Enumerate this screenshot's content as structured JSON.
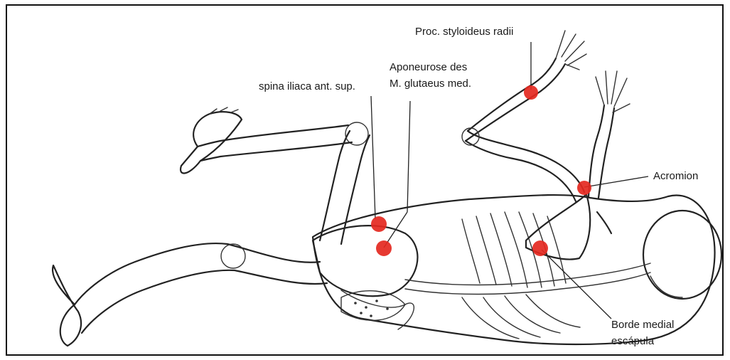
{
  "labels": {
    "styloid": "Proc. styloideus radii",
    "aponeurose_line1": "Aponeurose des",
    "aponeurose_line2": "M. glutaeus med.",
    "spina": "spina iliaca ant. sup.",
    "acromion": "Acromion",
    "borde_line1": "Borde medial",
    "borde_line2": "escápula"
  },
  "colors": {
    "marker": "#e4281f",
    "ink": "#222222"
  }
}
